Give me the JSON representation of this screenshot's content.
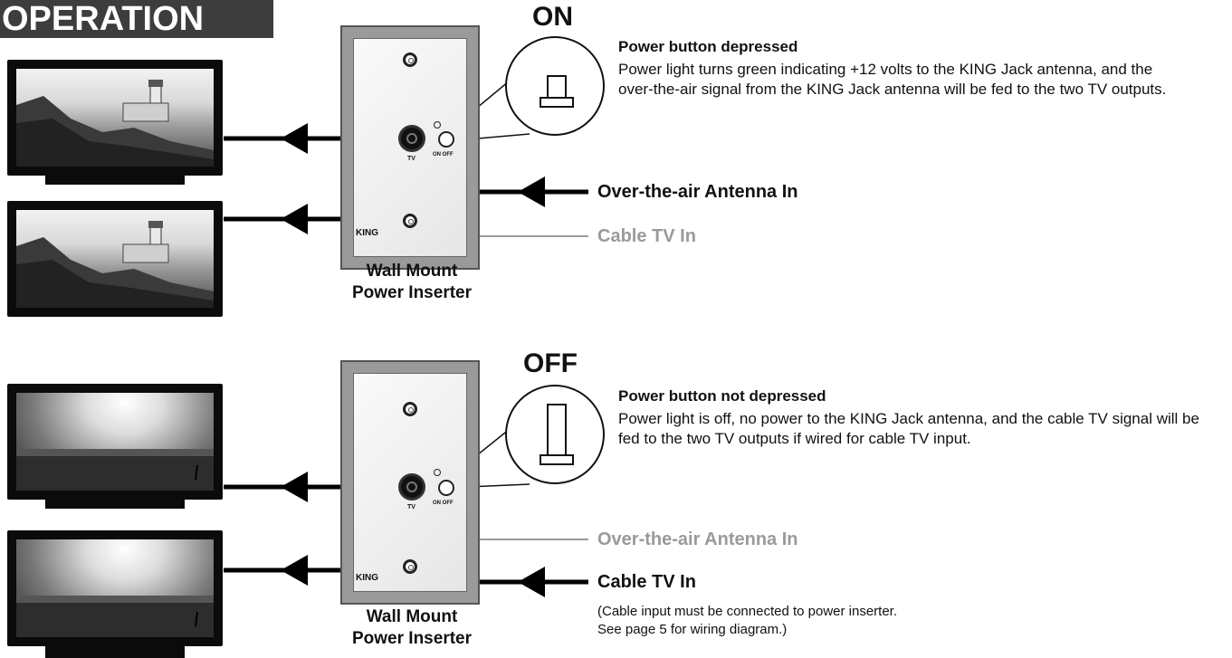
{
  "header": {
    "title": "OPERATION"
  },
  "on_panel": {
    "state": "ON",
    "heading": "Power button depressed",
    "description": "Power light turns green indicating +12 volts to the KING Jack antenna, and the over-the-air signal from the KING Jack antenna will be fed to the two TV outputs.",
    "antenna_label": "Over-the-air Antenna In",
    "cable_label": "Cable TV In",
    "device_caption_line1": "Wall Mount",
    "device_caption_line2": "Power Inserter",
    "connector_label": "TV",
    "switch_label": "ON OFF",
    "brand": "KING"
  },
  "off_panel": {
    "state": "OFF",
    "heading": "Power button not depressed",
    "description": "Power light is off, no power to the KING Jack antenna, and the cable TV signal will be fed to the two TV outputs if wired for cable TV input.",
    "antenna_label": "Over-the-air Antenna In",
    "cable_label": "Cable TV In",
    "cable_note_line1": "(Cable input must be connected to power inserter.",
    "cable_note_line2": "See page 5 for wiring diagram.)",
    "device_caption_line1": "Wall Mount",
    "device_caption_line2": "Power Inserter",
    "connector_label": "TV",
    "switch_label": "ON OFF",
    "brand": "KING"
  },
  "colors": {
    "active_line": "#000000",
    "inactive_line": "#9a9a9a",
    "header_bg": "#3d3d3d"
  }
}
